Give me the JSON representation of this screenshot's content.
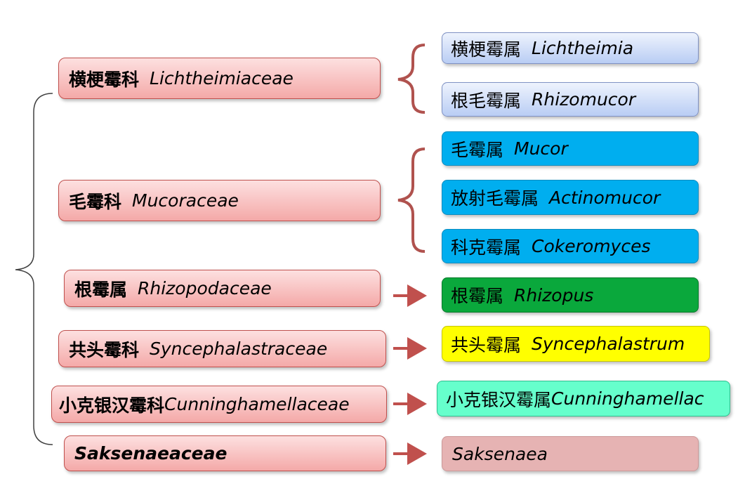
{
  "families": [
    {
      "cn": "横梗霉科",
      "lat": "Lichtheimiaceae"
    },
    {
      "cn": "毛霉科",
      "lat": "Mucoraceae"
    },
    {
      "cn": "根霉属",
      "lat": "Rhizopodaceae"
    },
    {
      "cn": "共头霉科",
      "lat": "Syncephalastraceae"
    },
    {
      "cn": "小克银汉霉科",
      "lat": "Cunninghamellaceae"
    },
    {
      "cn": "",
      "lat": "Saksenaeaceae"
    }
  ],
  "genera": [
    {
      "cn": "横梗霉属",
      "lat": "Lichtheimia"
    },
    {
      "cn": "根毛霉属",
      "lat": "Rhizomucor"
    },
    {
      "cn": "毛霉属",
      "lat": "Mucor"
    },
    {
      "cn": "放射毛霉属",
      "lat": "Actinomucor"
    },
    {
      "cn": "科克霉属",
      "lat": "Cokeromyces"
    },
    {
      "cn": "根霉属",
      "lat": "Rhizopus"
    },
    {
      "cn": "共头霉属",
      "lat": "Syncephalastrum"
    },
    {
      "cn": "小克银汉霉属",
      "lat": "Cunninghamellac"
    },
    {
      "cn": "",
      "lat": "Saksenaea"
    }
  ],
  "colors": {
    "family_border": "#c0504d",
    "arrow": "#c0504d",
    "genus_lavender": "#b9cdf4",
    "genus_blue": "#00aeef",
    "genus_green": "#0aa83c",
    "genus_yellow": "#ffff00",
    "genus_mint": "#66ffcc",
    "genus_rose": "#e6b3b3"
  }
}
